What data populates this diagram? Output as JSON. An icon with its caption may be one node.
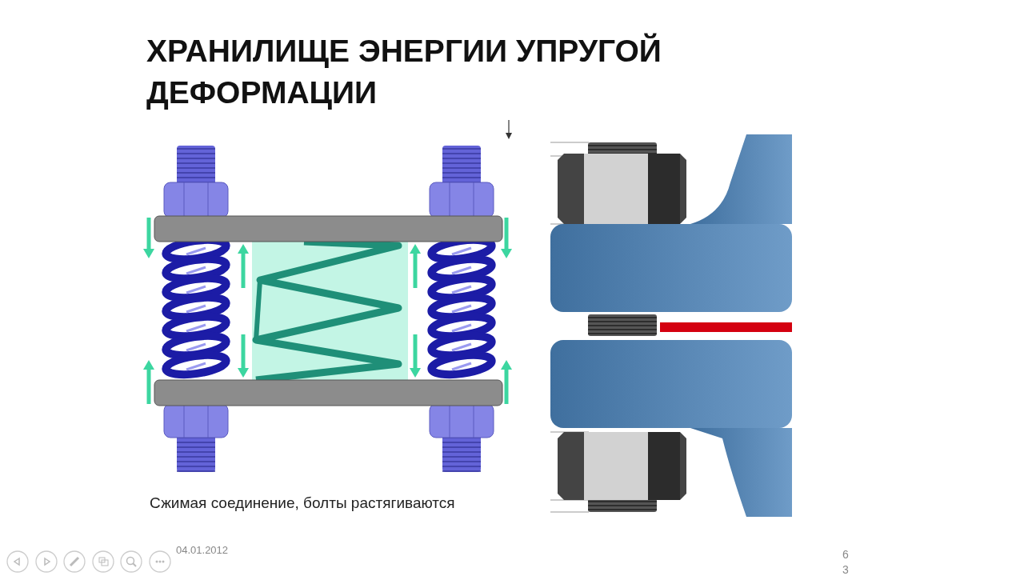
{
  "diagram": {
    "title": "ХРАНИЛИЩЕ ЭНЕРГИИ УПРУГОЙ ДЕФОРМАЦИИ",
    "caption": "Сжимая соединение, болты растягиваются",
    "labels": [
      "04.01.2012",
      "6 3"
    ]
  }
}
